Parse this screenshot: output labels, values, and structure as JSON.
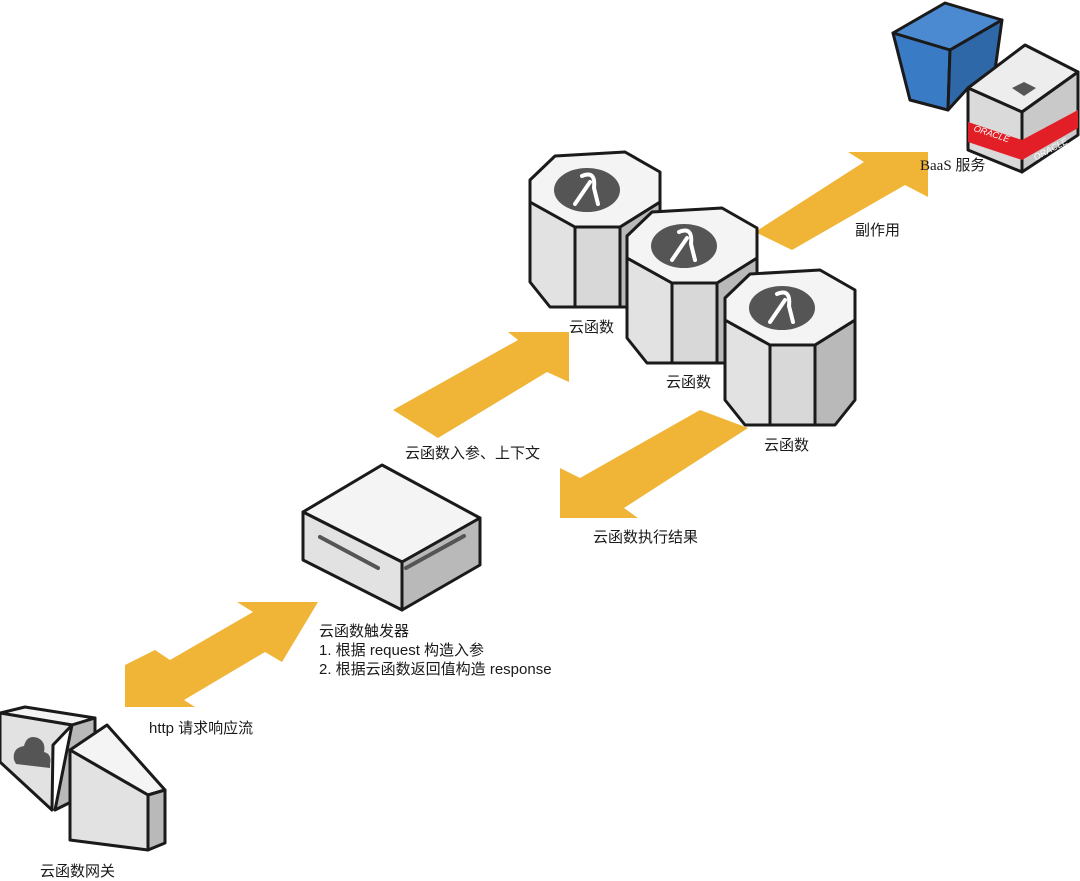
{
  "diagram": {
    "title": "云函数调用流程",
    "colors": {
      "arrow": "#F0B437",
      "outline": "#1a1a1a",
      "box_top": "#f4f4f4",
      "box_left": "#e2e2e2",
      "box_right": "#b9b9b9",
      "lambda_badge": "#555555",
      "baas_blue": "#3f7fc4",
      "oracle_red": "#e21f26"
    },
    "nodes": {
      "gateway": {
        "label": "云函数网关",
        "icon": "cloud-icon"
      },
      "trigger": {
        "label": "云函数触发器",
        "notes": [
          "1. 根据 request 构造入参",
          "2. 根据云函数返回值构造 response"
        ]
      },
      "functions": [
        {
          "label": "云函数",
          "icon": "lambda-icon"
        },
        {
          "label": "云函数",
          "icon": "lambda-icon"
        },
        {
          "label": "云函数",
          "icon": "lambda-icon"
        }
      ],
      "baas": {
        "label": "BaaS 服务",
        "brand_text": "ORACLE"
      }
    },
    "edges": [
      {
        "from": "gateway",
        "to": "trigger",
        "label": "http 请求响应流",
        "direction": "both"
      },
      {
        "from": "trigger",
        "to": "functions",
        "label": "云函数入参、上下文",
        "direction": "forward"
      },
      {
        "from": "functions",
        "to": "trigger",
        "label": "云函数执行结果",
        "direction": "forward"
      },
      {
        "from": "functions",
        "to": "baas",
        "label": "副作用",
        "direction": "forward"
      }
    ]
  }
}
